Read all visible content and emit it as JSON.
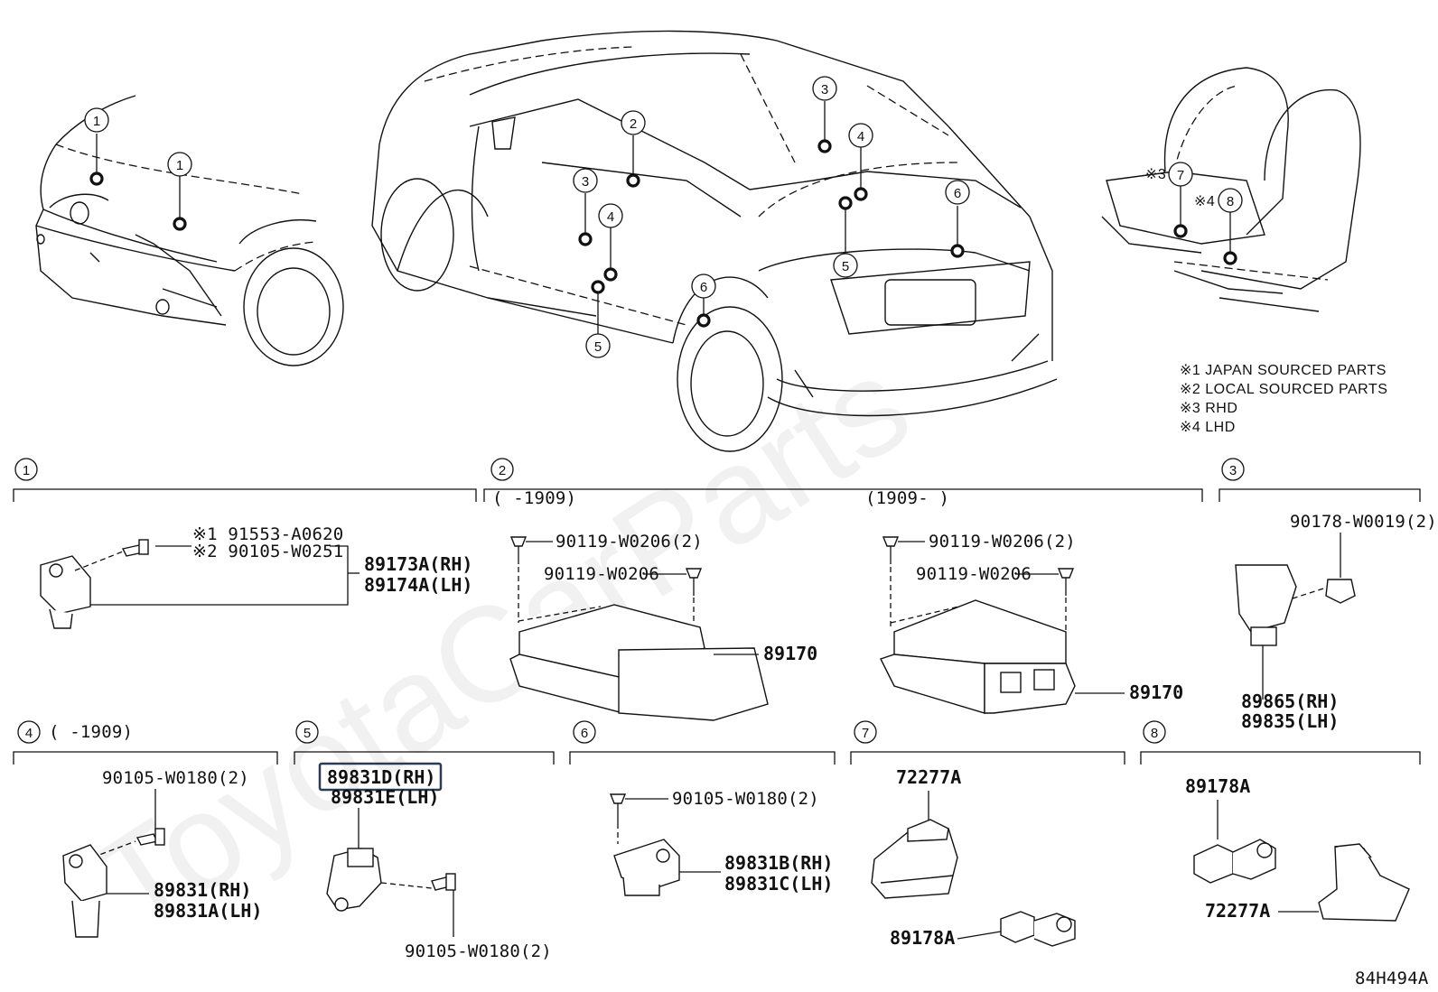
{
  "watermark": "ToyotaCarParts",
  "figure_code": "84H494A",
  "notes": [
    "※1 JAPAN SOURCED PARTS",
    "※2 LOCAL SOURCED PARTS",
    "※3 RHD",
    "※4 LHD"
  ],
  "seat_marks": [
    "※3",
    "※4"
  ],
  "section_numbers": [
    "1",
    "2",
    "3",
    "4",
    "5",
    "6",
    "7",
    "8"
  ],
  "section2": {
    "range_left": "(     -1909)",
    "range_right": "(1909-      )"
  },
  "section4": {
    "range": "(     -1909)"
  },
  "labels": {
    "s1_note1": "※1 91553-A0620",
    "s1_note2": "※2 90105-W0251",
    "s1_rh": "89173A(RH)",
    "s1_lh": "89174A(LH)",
    "s2_bolt_a": "90119-W0206(2)",
    "s2_bolt_b": "90119-W0206",
    "s2_unit": "89170",
    "s2r_bolt_a": "90119-W0206(2)",
    "s2r_bolt_b": "90119-W0206",
    "s2r_unit": "89170",
    "s3_nut": "90178-W0019(2)",
    "s3_rh": "89865(RH)",
    "s3_lh": "89835(LH)",
    "s4_bolt": "90105-W0180(2)",
    "s4_rh": "89831(RH)",
    "s4_lh": "89831A(LH)",
    "s5_rh": "89831D(RH)",
    "s5_lh": "89831E(LH)",
    "s5_bolt": "90105-W0180(2)",
    "s6_bolt": "90105-W0180(2)",
    "s6_rh": "89831B(RH)",
    "s6_lh": "89831C(LH)",
    "s7_cover": "72277A",
    "s7_sensor": "89178A",
    "s8_sensor": "89178A",
    "s8_cover": "72277A"
  },
  "callouts": [
    {
      "n": "1"
    },
    {
      "n": "1"
    },
    {
      "n": "2"
    },
    {
      "n": "3"
    },
    {
      "n": "4"
    },
    {
      "n": "5"
    },
    {
      "n": "6"
    },
    {
      "n": "3"
    },
    {
      "n": "4"
    },
    {
      "n": "5"
    },
    {
      "n": "6"
    },
    {
      "n": "7"
    },
    {
      "n": "8"
    }
  ]
}
